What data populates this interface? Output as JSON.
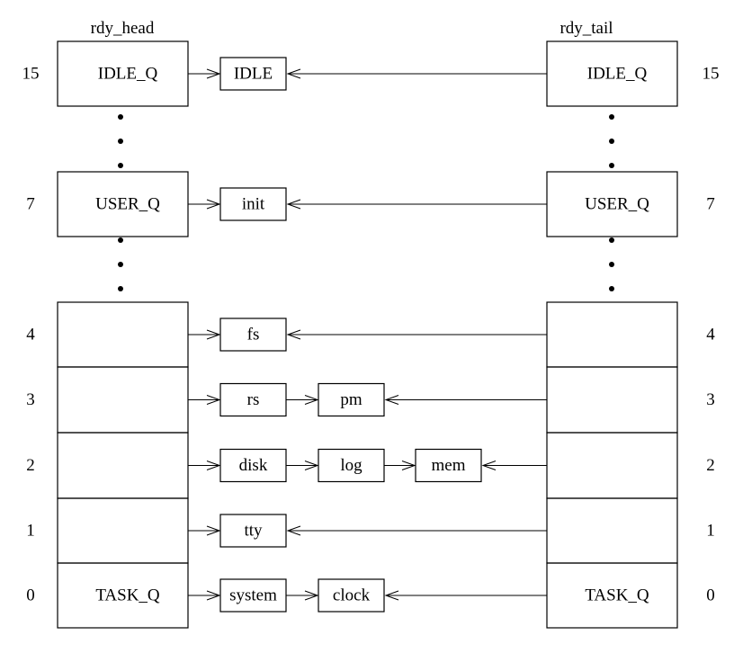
{
  "head_label": "rdy_head",
  "tail_label": "rdy_tail",
  "rows": [
    {
      "priority": "15",
      "head": "IDLE_Q",
      "tail": "IDLE_Q",
      "procs": [
        "IDLE"
      ]
    },
    {
      "priority": "7",
      "head": "USER_Q",
      "tail": "USER_Q",
      "procs": [
        "init"
      ]
    },
    {
      "priority": "4",
      "head": "",
      "tail": "",
      "procs": [
        "fs"
      ]
    },
    {
      "priority": "3",
      "head": "",
      "tail": "",
      "procs": [
        "rs",
        "pm"
      ]
    },
    {
      "priority": "2",
      "head": "",
      "tail": "",
      "procs": [
        "disk",
        "log",
        "mem"
      ]
    },
    {
      "priority": "1",
      "head": "",
      "tail": "",
      "procs": [
        "tty"
      ]
    },
    {
      "priority": "0",
      "head": "TASK_Q",
      "tail": "TASK_Q",
      "procs": [
        "system",
        "clock"
      ]
    }
  ],
  "colors": {
    "line": "#000000",
    "background": "#ffffff"
  }
}
